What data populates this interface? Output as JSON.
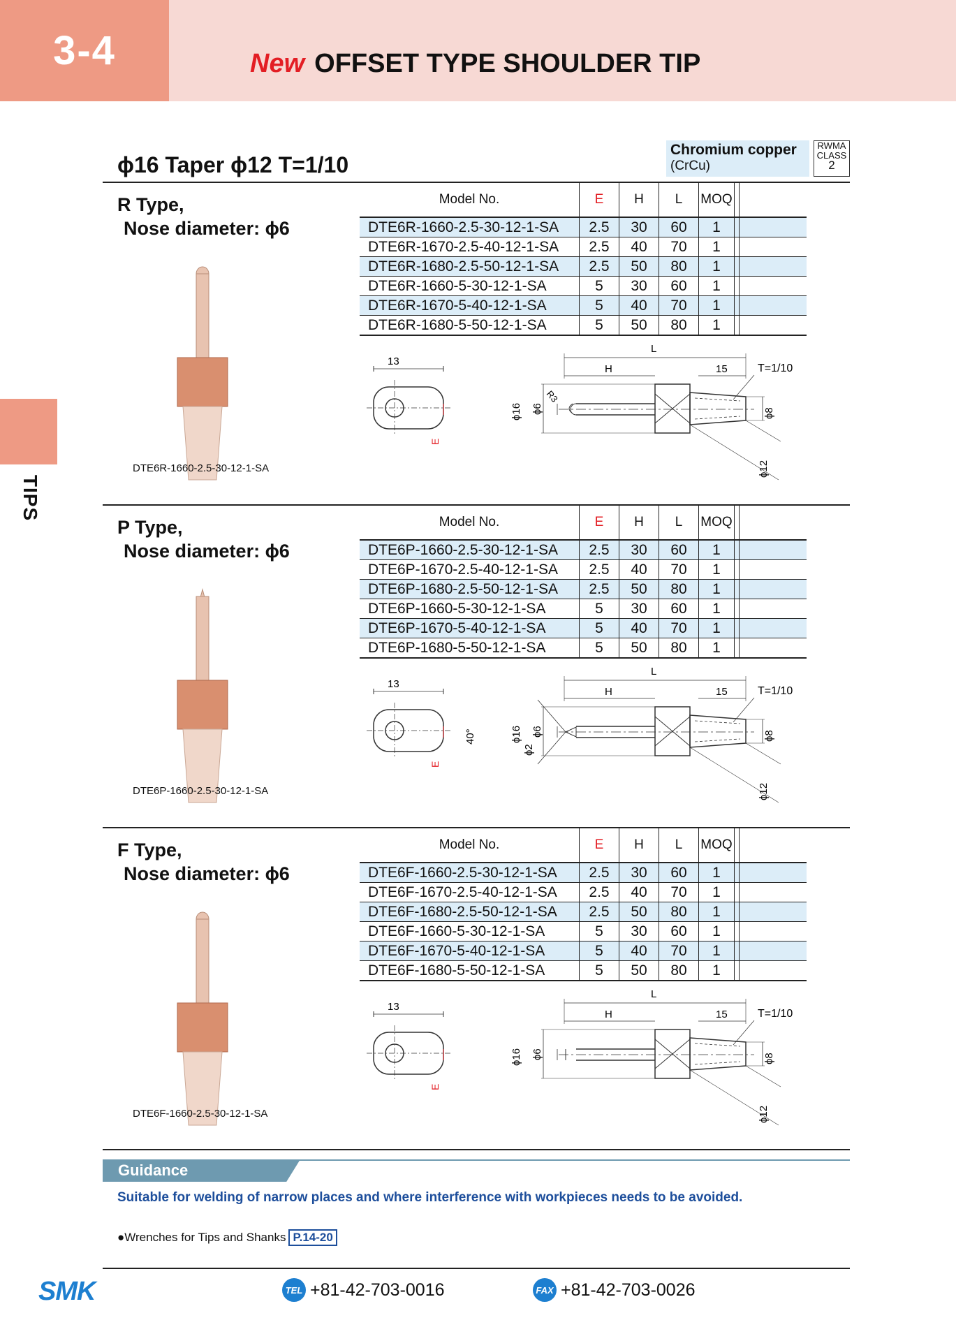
{
  "header": {
    "section": "3-4",
    "new_label": "New",
    "title": "OFFSET TYPE SHOULDER TIP"
  },
  "side_tab": "TIPS",
  "subheading": "ϕ16 Taper ϕ12 T=1/10",
  "material": {
    "name": "Chromium copper",
    "code": "(CrCu)"
  },
  "rwma": {
    "line1": "RWMA",
    "line2": "CLASS",
    "class": "2"
  },
  "columns": {
    "model": "Model No.",
    "e": "E",
    "h": "H",
    "l": "L",
    "moq": "MOQ"
  },
  "sections": [
    {
      "type": "R Type,",
      "nose": "Nose diameter: ϕ6",
      "caption": "DTE6R-1660-2.5-30-12-1-SA",
      "rows": [
        {
          "model": "DTE6R-1660-2.5-30-12-1-SA",
          "e": "2.5",
          "h": "30",
          "l": "60",
          "moq": "1"
        },
        {
          "model": "DTE6R-1670-2.5-40-12-1-SA",
          "e": "2.5",
          "h": "40",
          "l": "70",
          "moq": "1"
        },
        {
          "model": "DTE6R-1680-2.5-50-12-1-SA",
          "e": "2.5",
          "h": "50",
          "l": "80",
          "moq": "1"
        },
        {
          "model": "DTE6R-1660-5-30-12-1-SA",
          "e": "5",
          "h": "30",
          "l": "60",
          "moq": "1"
        },
        {
          "model": "DTE6R-1670-5-40-12-1-SA",
          "e": "5",
          "h": "40",
          "l": "70",
          "moq": "1"
        },
        {
          "model": "DTE6R-1680-5-50-12-1-SA",
          "e": "5",
          "h": "50",
          "l": "80",
          "moq": "1"
        }
      ],
      "drawing": {
        "dim13": "13",
        "L": "L",
        "H": "H",
        "dim15": "15",
        "taper": "T=1/10",
        "d16": "ϕ16",
        "d6": "ϕ6",
        "d8": "ϕ8",
        "d12": "ϕ12",
        "E": "E",
        "r3": "R3"
      }
    },
    {
      "type": "P Type,",
      "nose": "Nose diameter: ϕ6",
      "caption": "DTE6P-1660-2.5-30-12-1-SA",
      "rows": [
        {
          "model": "DTE6P-1660-2.5-30-12-1-SA",
          "e": "2.5",
          "h": "30",
          "l": "60",
          "moq": "1"
        },
        {
          "model": "DTE6P-1670-2.5-40-12-1-SA",
          "e": "2.5",
          "h": "40",
          "l": "70",
          "moq": "1"
        },
        {
          "model": "DTE6P-1680-2.5-50-12-1-SA",
          "e": "2.5",
          "h": "50",
          "l": "80",
          "moq": "1"
        },
        {
          "model": "DTE6P-1660-5-30-12-1-SA",
          "e": "5",
          "h": "30",
          "l": "60",
          "moq": "1"
        },
        {
          "model": "DTE6P-1670-5-40-12-1-SA",
          "e": "5",
          "h": "40",
          "l": "70",
          "moq": "1"
        },
        {
          "model": "DTE6P-1680-5-50-12-1-SA",
          "e": "5",
          "h": "50",
          "l": "80",
          "moq": "1"
        }
      ],
      "drawing": {
        "dim13": "13",
        "L": "L",
        "H": "H",
        "dim15": "15",
        "taper": "T=1/10",
        "d16": "ϕ16",
        "d6": "ϕ6",
        "d8": "ϕ8",
        "d12": "ϕ12",
        "E": "E",
        "angle": "40°",
        "d2": "ϕ2"
      }
    },
    {
      "type": "F Type,",
      "nose": "Nose diameter: ϕ6",
      "caption": "DTE6F-1660-2.5-30-12-1-SA",
      "rows": [
        {
          "model": "DTE6F-1660-2.5-30-12-1-SA",
          "e": "2.5",
          "h": "30",
          "l": "60",
          "moq": "1"
        },
        {
          "model": "DTE6F-1670-2.5-40-12-1-SA",
          "e": "2.5",
          "h": "40",
          "l": "70",
          "moq": "1"
        },
        {
          "model": "DTE6F-1680-2.5-50-12-1-SA",
          "e": "2.5",
          "h": "50",
          "l": "80",
          "moq": "1"
        },
        {
          "model": "DTE6F-1660-5-30-12-1-SA",
          "e": "5",
          "h": "30",
          "l": "60",
          "moq": "1"
        },
        {
          "model": "DTE6F-1670-5-40-12-1-SA",
          "e": "5",
          "h": "40",
          "l": "70",
          "moq": "1"
        },
        {
          "model": "DTE6F-1680-5-50-12-1-SA",
          "e": "5",
          "h": "50",
          "l": "80",
          "moq": "1"
        }
      ],
      "drawing": {
        "dim13": "13",
        "L": "L",
        "H": "H",
        "dim15": "15",
        "taper": "T=1/10",
        "d16": "ϕ16",
        "d6": "ϕ6",
        "d8": "ϕ8",
        "d12": "ϕ12",
        "E": "E"
      }
    }
  ],
  "guidance": {
    "label": "Guidance",
    "text": "Suitable for welding of narrow places and where interference with workpieces needs to be avoided.",
    "wrench_text": "●Wrenches for Tips and Shanks",
    "page_ref": "P.14-20"
  },
  "footer": {
    "logo": "SMK",
    "tel_icon": "TEL",
    "tel": "+81-42-703-0016",
    "fax_icon": "FAX",
    "fax": "+81-42-703-0026"
  },
  "colors": {
    "header_bg": "#f7d9d4",
    "accent": "#ee9a84",
    "row_shade": "#dcedf8",
    "new_red": "#e31e24",
    "brand_blue": "#1d7fd0"
  }
}
